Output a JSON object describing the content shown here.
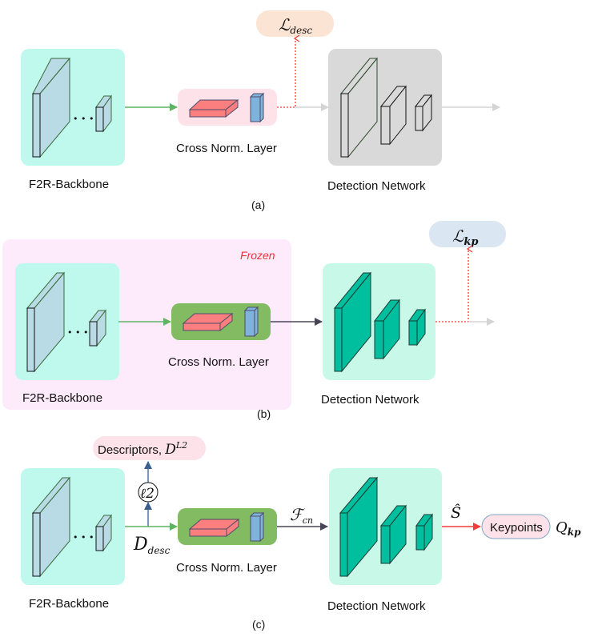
{
  "figure": {
    "panels": [
      {
        "caption": "(a)",
        "backbone_label": "F2R-Backbone",
        "cross_norm_label": "Cross Norm. Layer",
        "detection_label": "Detection Network",
        "loss_label_main": "ℒ",
        "loss_label_sub": "desc",
        "dots": "• • •"
      },
      {
        "caption": "(b)",
        "frozen_label": "Frozen",
        "backbone_label": "F2R-Backbone",
        "cross_norm_label": "Cross Norm. Layer",
        "detection_label": "Detection Network",
        "loss_label_main": "ℒ",
        "loss_label_sub": "kp",
        "dots": "• • •"
      },
      {
        "caption": "(c)",
        "backbone_label": "F2R-Backbone",
        "cross_norm_label": "Cross Norm. Layer",
        "detection_label": "Detection Network",
        "descriptors_label": "Descriptors, ",
        "descriptors_math_main": "D",
        "descriptors_math_sup": "L2",
        "l2_node": "ℓ2",
        "d_desc_main": "D",
        "d_desc_sub": "desc",
        "f_cn_main": "ℱ",
        "f_cn_sub": "cn",
        "s_hat": "Ŝ",
        "keypoints_label": "Keypoints",
        "q_kp_main": "Q",
        "q_kp_sub": "kp",
        "dots": "• • •"
      }
    ],
    "colors": {
      "backbone_bg": "#bff9ee",
      "backbone_block": "#b8dbe6",
      "crossnorm_bg_a": "#fde2ea",
      "crossnorm_bg_bc": "#82bb62",
      "red_block": "#fb7f7f",
      "blue_block": "#7fb3de",
      "detection_bg_a": "#d9d9d9",
      "detection_bg_bc": "#c8f8e8",
      "detection_block": "#00bf9f",
      "frozen_bg": "#fdebfc",
      "frozen_text": "#f0323c",
      "loss_desc_bg": "#fce4d4",
      "loss_kp_bg": "#dae6f2",
      "descriptors_bg": "#fde2ea",
      "keypoints_bg": "#fde2ea",
      "green_arrow": "#5fb362",
      "dark_arrow": "#4a4556",
      "red_dotted": "#f03c3c",
      "grey_arrow": "#d4d4d4",
      "blue_arrow": "#3a5f8f"
    }
  }
}
